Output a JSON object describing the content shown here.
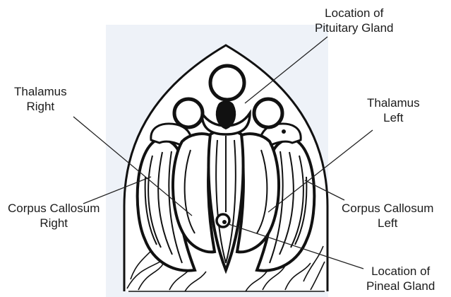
{
  "labels": {
    "pituitary": {
      "line1": "Location of",
      "line2": "Pituitary Gland"
    },
    "thalamus_right": {
      "line1": "Thalamus",
      "line2": "Right"
    },
    "thalamus_left": {
      "line1": "Thalamus",
      "line2": "Left"
    },
    "corpus_callosum_right": {
      "line1": "Corpus Callosum",
      "line2": "Right"
    },
    "corpus_callosum_left": {
      "line1": "Corpus Callosum",
      "line2": "Left"
    },
    "pineal": {
      "line1": "Location of",
      "line2": "Pineal Gland"
    }
  },
  "colors": {
    "background_panel": "#eef2f8",
    "ink": "#111111",
    "leader_line": "#222222",
    "label_text": "#1c1c1c"
  }
}
